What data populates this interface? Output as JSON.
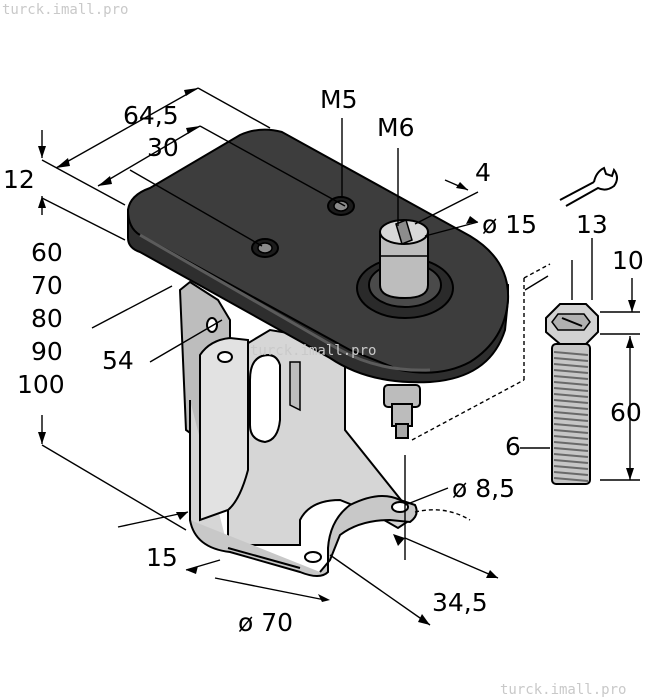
{
  "watermarks": {
    "top": "turck.imall.pro",
    "center": "turck.imall.pro",
    "bottom": "turck.imall.pro"
  },
  "dimensions": {
    "width_total": "64,5",
    "width_holes": "30",
    "thread_top": "M5",
    "thread_shaft": "M6",
    "plate_thickness": "12",
    "height_options": [
      "60",
      "70",
      "80",
      "90",
      "100"
    ],
    "depth": "54",
    "shaft_flat": "4",
    "shaft_diameter": "ø 15",
    "wrench_size": "13",
    "screw_head": "10",
    "screw_length": "60",
    "screw_thread": "6",
    "hole_diameter": "ø 8,5",
    "base_offset": "15",
    "base_width": "34,5",
    "clearance_diameter": "ø 70"
  },
  "icons": {
    "wrench": "wrench-icon"
  },
  "colors": {
    "housing": "#3a3a3a",
    "bracket": "#d4d4d4",
    "screw": "#c0c0c0",
    "lines": "#000000"
  }
}
